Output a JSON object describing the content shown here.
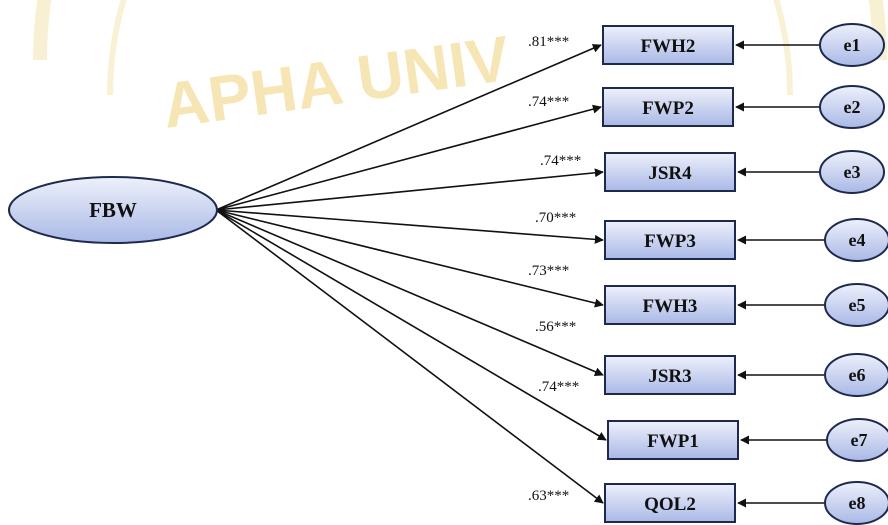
{
  "watermark": {
    "text": "APHA UNIV",
    "seal_color": "#f3dfa0",
    "text_color": "#f2d27a"
  },
  "colors": {
    "node_fill_light": "#eef1fb",
    "node_fill_dark": "#a9b8e6",
    "node_stroke": "#1d2a4d",
    "edge": "#111111"
  },
  "latent": {
    "label": "FBW"
  },
  "indicators": [
    {
      "label": "FWH2",
      "loading": ".81***",
      "error": "e1"
    },
    {
      "label": "FWP2",
      "loading": ".74***",
      "error": "e2"
    },
    {
      "label": "JSR4",
      "loading": ".74***",
      "error": "e3"
    },
    {
      "label": "FWP3",
      "loading": ".70***",
      "error": "e4"
    },
    {
      "label": "FWH3",
      "loading": ".73***",
      "error": "e5"
    },
    {
      "label": "JSR3",
      "loading": ".56***",
      "error": "e6"
    },
    {
      "label": "FWP1",
      "loading": ".74***",
      "error": "e7"
    },
    {
      "label": "QOL2",
      "loading": ".63***",
      "error": "e8"
    }
  ]
}
